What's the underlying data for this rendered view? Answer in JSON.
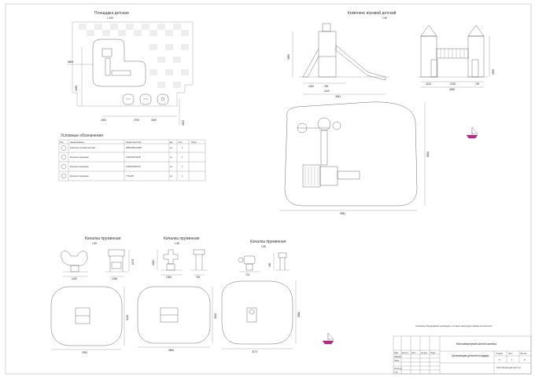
{
  "headings": {
    "site_plan": "Площадка детская",
    "site_plan_scale": "1:100",
    "complex": "Комплекс игровой детский",
    "complex_scale": "1:40",
    "legend": "Условные обозначения",
    "swing1": "Качалка пружинная",
    "swing1_scale": "1:40",
    "swing2": "Качалка пружинная",
    "swing2_scale": "1:40",
    "swing3": "Качалка пружинная",
    "swing3_scale": "1:40"
  },
  "dims": {
    "site_5800": "5800",
    "site_2460": "2460",
    "site_2300": "2300",
    "site_2700": "2700",
    "site_3000": "3000",
    "site_2200": "2200",
    "cx_2850": "2850",
    "cx_1200": "1200",
    "cx_760": "760",
    "cx_1120": "1120",
    "cx_3061": "3061",
    "cx2_1120": "1120",
    "cx2_2226": "2226",
    "cx2_700": "700",
    "cx2_4455": "4455",
    "cx2_1550": "1550",
    "plan_9981": "9981",
    "plan_6640": "6640",
    "s1_1420": "1420",
    "s1_1346": "1346",
    "s1_1178": "1178",
    "s1_2920": "2920",
    "s1_3440": "3440",
    "s2_1300": "1300",
    "s2_700": "700",
    "s2_1000": "1000",
    "s2_3800": "3800",
    "s2_3100": "3100",
    "s3_774": "774",
    "s3_400": "400",
    "s3_3174": "3174",
    "s3_2880": "2880"
  },
  "legend_table": {
    "headers": [
      "Поз.",
      "Наименование",
      "Характеристика",
      "Ед.",
      "Кол.",
      "Прим."
    ],
    "rows": [
      [
        "",
        "Комплекс игровой детский",
        "2850x3061x4455",
        "шт.",
        "1",
        ""
      ],
      [
        "",
        "Качалка пружинная",
        "1420x620x1178",
        "шт.",
        "1",
        ""
      ],
      [
        "",
        "Качалка пружинная",
        "1300x1000x700",
        "шт.",
        "1",
        ""
      ],
      [
        "",
        "Качалка пружинная",
        "774x400",
        "шт.",
        "1",
        ""
      ]
    ]
  },
  "note": "Установку оборудования производить согласно инструкции завода-изготовителя",
  "title_block": {
    "project": "Многоквартирный жилой комплекс",
    "sheet_title": "Организация детской площадки",
    "stage_header": "Стадия",
    "sheet_header": "Лист",
    "sheets_header": "Листов",
    "stage": "Р",
    "sheet": "1",
    "sheets": "9",
    "org": "ООО Проектный институт",
    "roles": [
      [
        "Разраб.",
        ""
      ],
      [
        "Пров.",
        ""
      ],
      [
        "",
        ""
      ],
      [
        "Н.контр.",
        ""
      ],
      [
        "Утв.",
        ""
      ]
    ],
    "head_cols": [
      "Изм.",
      "Кол.уч.",
      "Лист",
      "№ док.",
      "Подп.",
      "Дата"
    ]
  }
}
